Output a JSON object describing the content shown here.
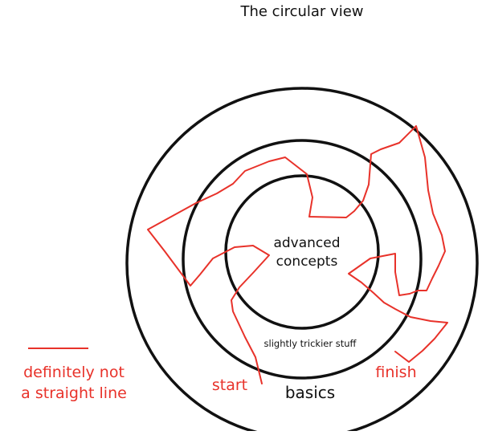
{
  "title": "The circular view",
  "rings": {
    "inner_label_line1": "advanced",
    "inner_label_line2": "concepts",
    "middle_label": "slightly trickier stuff",
    "outer_label": "basics"
  },
  "path_labels": {
    "start": "start",
    "finish": "finish"
  },
  "legend": {
    "line1": "definitely not",
    "line2": "a straight line"
  },
  "colors": {
    "ink": "#111111",
    "path": "#e8322a",
    "background": "#ffffff"
  }
}
